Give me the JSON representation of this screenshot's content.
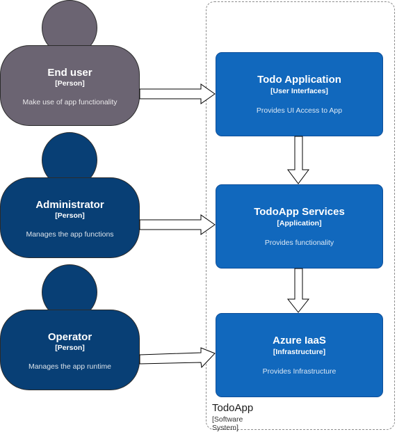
{
  "boundary": {
    "name": "TodoApp",
    "kind": "[Software System]"
  },
  "persons": [
    {
      "name": "End user",
      "kind": "[Person]",
      "desc": "Make use of app functionality",
      "color": "#6b6472"
    },
    {
      "name": "Administrator",
      "kind": "[Person]",
      "desc": "Manages the app functions",
      "color": "#083f75"
    },
    {
      "name": "Operator",
      "kind": "[Person]",
      "desc": "Manages the app runtime",
      "color": "#083f75"
    }
  ],
  "containers": [
    {
      "name": "Todo Application",
      "kind": "[User Interfaces]",
      "desc": "Provides UI Access to App"
    },
    {
      "name": "TodoApp Services",
      "kind": "[Application]",
      "desc": "Provides functionality"
    },
    {
      "name": "Azure IaaS",
      "kind": "[Infrastructure]",
      "desc": "Provides Infrastructure"
    }
  ],
  "colors": {
    "container_fill": "#1168bd",
    "boundary_stroke": "#8c8c8c",
    "arrow_stroke": "#000000"
  }
}
